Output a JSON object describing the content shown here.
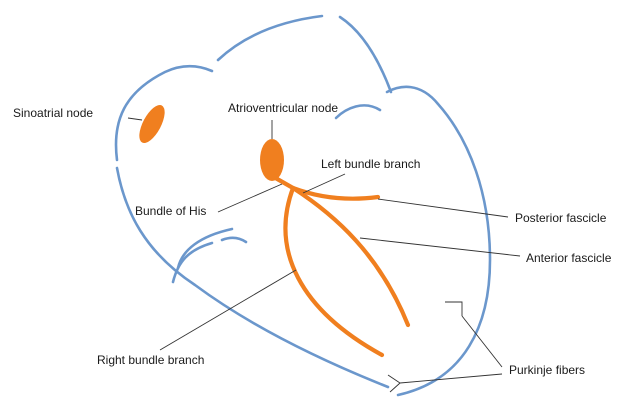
{
  "colors": {
    "outline": "#6b97cc",
    "conduction": "#f07f1f",
    "leader": "#333333",
    "background": "#ffffff"
  },
  "labels": {
    "sinoatrial_node": "Sinoatrial node",
    "atrioventricular_node": "Atrioventricular node",
    "left_bundle_branch": "Left bundle branch",
    "bundle_of_his": "Bundle of His",
    "posterior_fascicle": "Posterior fascicle",
    "anterior_fascicle": "Anterior fascicle",
    "right_bundle_branch": "Right bundle branch",
    "purkinje_fibers": "Purkinje fibers"
  }
}
